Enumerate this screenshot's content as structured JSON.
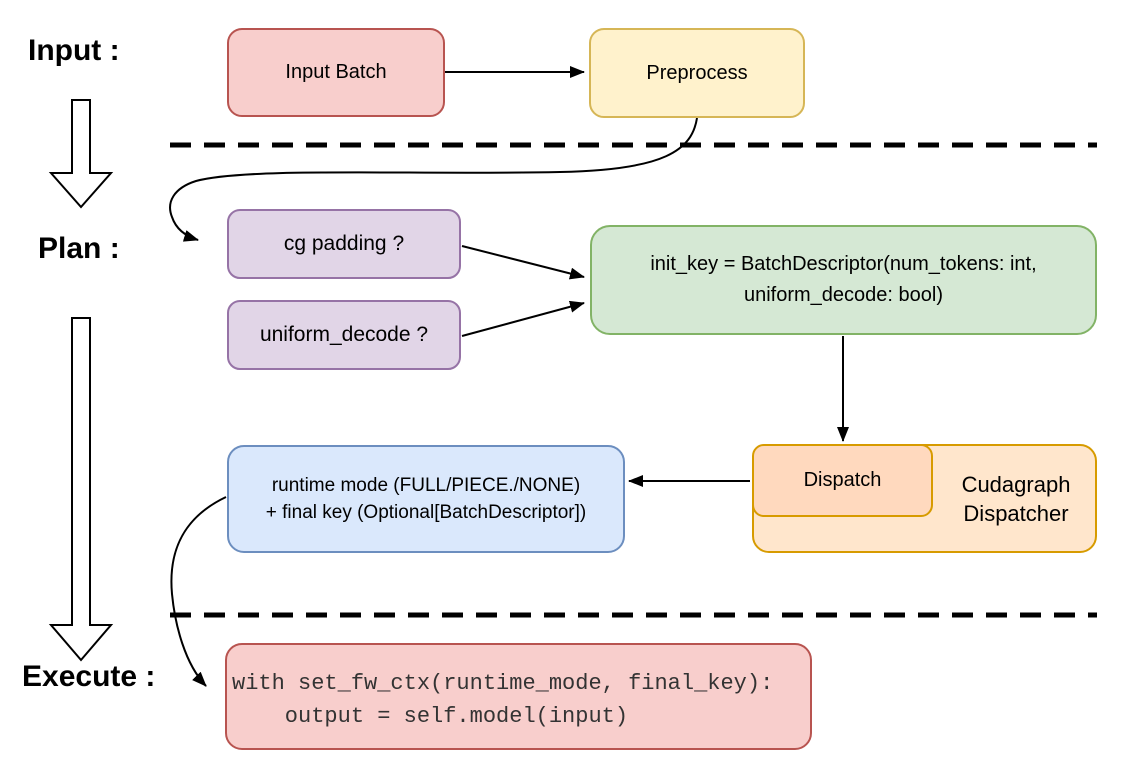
{
  "stages": {
    "input": "Input :",
    "plan": "Plan :",
    "execute": "Execute :"
  },
  "nodes": {
    "input_batch": {
      "label": "Input Batch"
    },
    "preprocess": {
      "label": "Preprocess"
    },
    "cg_padding": {
      "label": "cg padding ?"
    },
    "uniform_decode": {
      "label": "uniform_decode ?"
    },
    "init_key": {
      "line1": "init_key = BatchDescriptor(num_tokens: int,",
      "line2": "uniform_decode: bool)"
    },
    "dispatch": {
      "label": "Dispatch"
    },
    "cudagraph_dispatcher": {
      "line1": "Cudagraph",
      "line2": "Dispatcher"
    },
    "runtime_mode": {
      "line1": "runtime mode (FULL/PIECE./NONE)",
      "line2": "+ final key (Optional[BatchDescriptor])"
    },
    "execute_code": {
      "line1": "with set_fw_ctx(runtime_mode, final_key):",
      "line2": "    output = self.model(input)"
    }
  },
  "colors": {
    "red_fill": "#F8CECC",
    "red_stroke": "#B85450",
    "yellow_fill": "#FFF2CC",
    "yellow_stroke": "#D6B656",
    "purple_fill": "#E1D5E7",
    "purple_stroke": "#9673A6",
    "green_fill": "#D5E8D4",
    "green_stroke": "#82B366",
    "blue_fill": "#DAE8FC",
    "blue_stroke": "#6C8EBF",
    "orange_fill": "#FFE6CC",
    "orange_stroke": "#D79B00",
    "peach_fill": "#FFD9BE",
    "connector": "#000000",
    "text": "#000000",
    "code_text": "#333333"
  }
}
